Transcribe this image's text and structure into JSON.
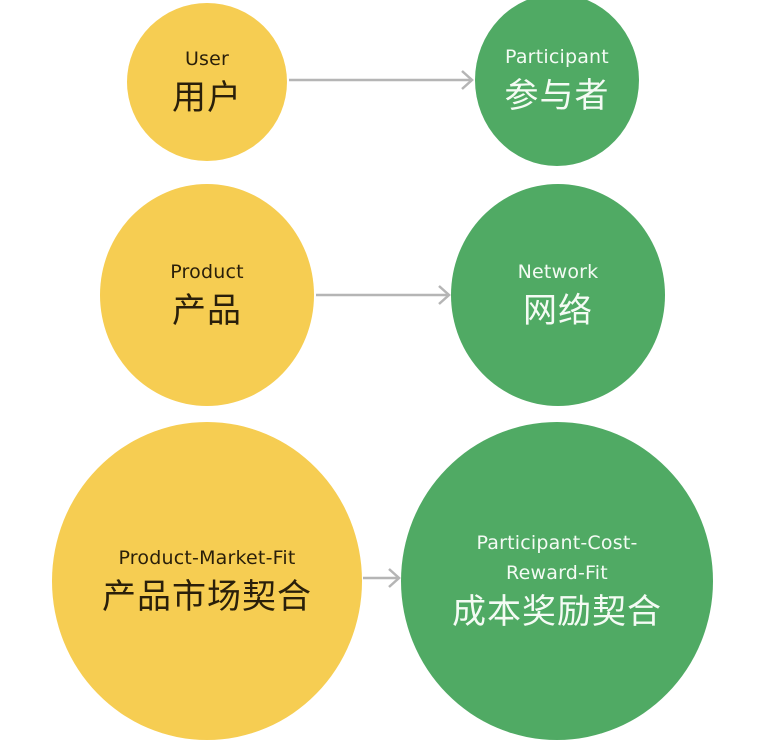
{
  "colors": {
    "left_fill": "#f6cd52",
    "right_fill": "#50aa64",
    "arrow": "#b5b5b5",
    "left_text": "#2a1f0a",
    "right_text": "#f4fbf4"
  },
  "rows": [
    {
      "left": {
        "en": "User",
        "zh": "用户"
      },
      "right": {
        "en": "Participant",
        "zh": "参与者"
      }
    },
    {
      "left": {
        "en": "Product",
        "zh": "产品"
      },
      "right": {
        "en": "Network",
        "zh": "网络"
      }
    },
    {
      "left": {
        "en": "Product-Market-Fit",
        "zh": "产品市场契合"
      },
      "right": {
        "en_line1": "Participant-Cost-",
        "en_line2": "Reward-Fit",
        "zh": "成本奖励契合"
      }
    }
  ]
}
